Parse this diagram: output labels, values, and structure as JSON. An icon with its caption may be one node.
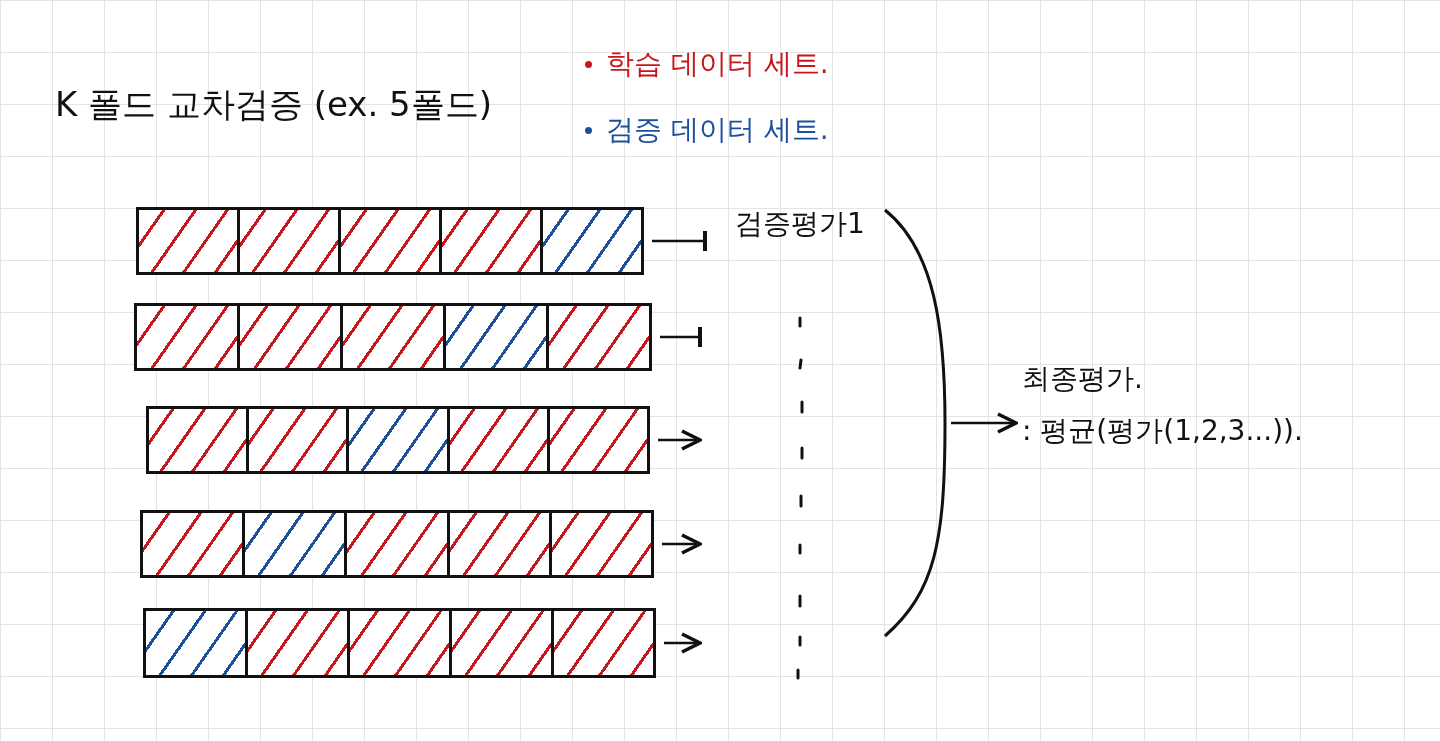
{
  "diagram": {
    "title": "K 폴드 교차검증 (ex. 5폴드)",
    "nodes": [
      {
        "text": [],
        "shape": "bar"
      },
      {
        "text": [],
        "shape": "bar"
      },
      {
        "text": [],
        "shape": "bar"
      },
      {
        "text": [],
        "shape": "bar"
      },
      {
        "text": [],
        "shape": "bar"
      },
      {
        "text": [
          "검증평가1"
        ]
      },
      {
        "text": [
          "최종평가.",
          ": 평균(평가(1,2,3...))."
        ]
      },
      {
        "text": [],
        "shape": "bracket"
      }
    ],
    "edges": [
      {
        "from": 0,
        "to": 5,
        "arrow": "other"
      },
      {
        "from": 1,
        "to": null,
        "arrow": "other"
      },
      {
        "from": 2,
        "to": null,
        "arrow": "to"
      },
      {
        "from": 3,
        "to": null,
        "arrow": "to"
      },
      {
        "from": 4,
        "to": null,
        "arrow": "to"
      },
      {
        "from": 7,
        "to": 6,
        "arrow": "to"
      }
    ],
    "legend": [
      {
        "text": "학습 데이터 세트.",
        "color": "#c8161d"
      },
      {
        "text": "검증 데이터 세트.",
        "color": "#1d4f9c"
      }
    ]
  }
}
